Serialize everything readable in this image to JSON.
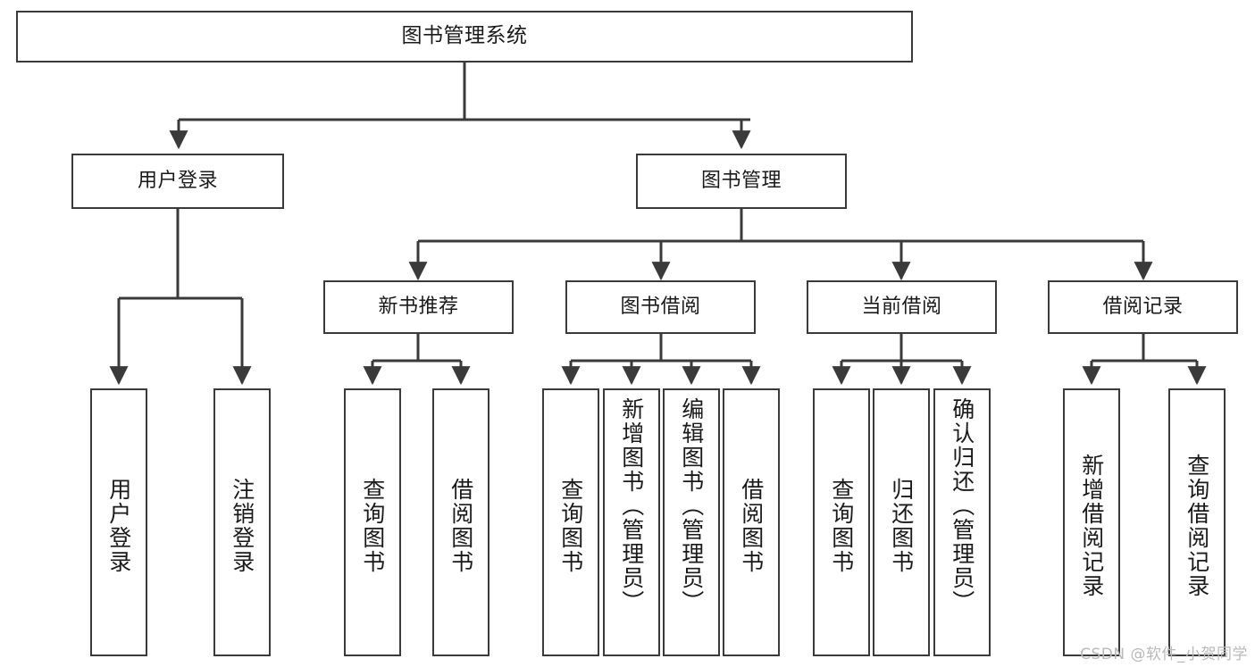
{
  "diagram": {
    "title": "图书管理系统",
    "watermark": "CSDN @软件_小贺同学",
    "root": {
      "label": "图书管理系统"
    },
    "level2": [
      {
        "label": "用户登录"
      },
      {
        "label": "图书管理"
      }
    ],
    "level3": [
      {
        "label": "新书推荐"
      },
      {
        "label": "图书借阅"
      },
      {
        "label": "当前借阅"
      },
      {
        "label": "借阅记录"
      }
    ],
    "leaves": {
      "user_login": [
        {
          "label": "用户登录"
        },
        {
          "label": "注销登录"
        }
      ],
      "new_book_recommend": [
        {
          "label": "查询图书"
        },
        {
          "label": "借阅图书"
        }
      ],
      "book_borrow": [
        {
          "label": "查询图书"
        },
        {
          "label": "新增图书（管理员）"
        },
        {
          "label": "编辑图书（管理员）"
        },
        {
          "label": "借阅图书"
        }
      ],
      "current_borrow": [
        {
          "label": "查询图书"
        },
        {
          "label": "归还图书"
        },
        {
          "label": "确认归还（管理员）"
        }
      ],
      "borrow_record": [
        {
          "label": "新增借阅记录"
        },
        {
          "label": "查询借阅记录"
        }
      ]
    },
    "colors": {
      "stroke": "#3a3a3a",
      "fill": "#ffffff",
      "text": "#1a1a1a",
      "watermark": "#b9b9b9"
    }
  }
}
